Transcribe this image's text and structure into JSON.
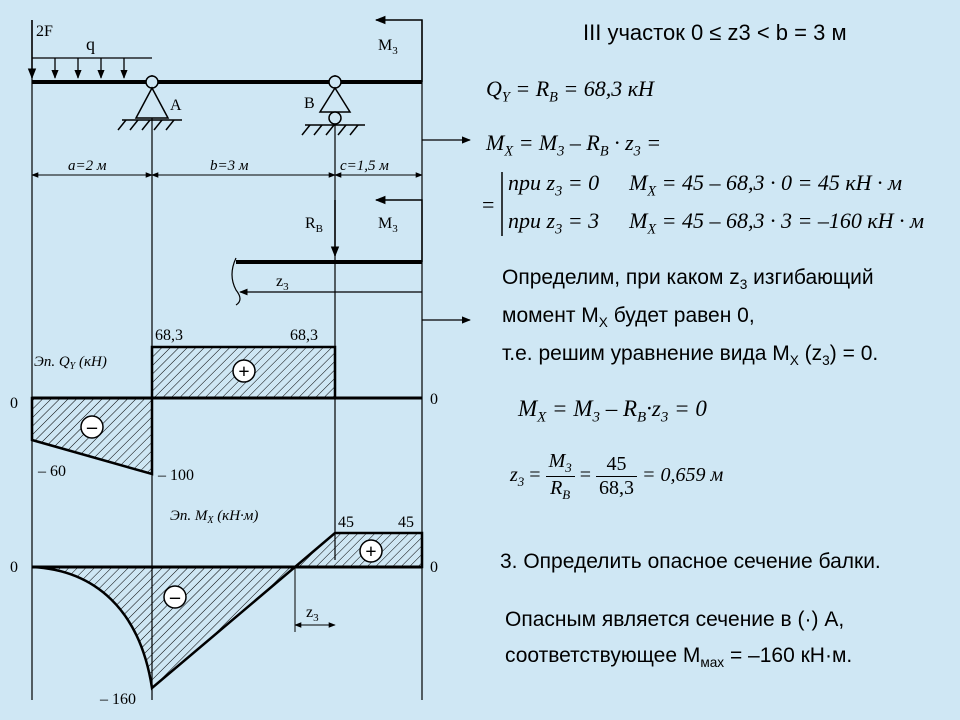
{
  "diagram": {
    "labels": {
      "force": "2F",
      "load": "q",
      "moment": "M",
      "moment_sub": "3",
      "support_a": "A",
      "support_b": "B",
      "span_a": "a=2 м",
      "span_b": "b=3 м",
      "span_c": "c=1,5 м",
      "reaction": "R",
      "reaction_sub": "B",
      "coord": "z",
      "coord_sub": "3"
    },
    "q_plot": {
      "title_prefix": "Эп. Q",
      "title_sub": "Y",
      "title_unit": " (кН)",
      "zero_left": "0",
      "zero_right": "0",
      "v_left": "– 60",
      "v_a": "– 100",
      "v_top_left": "68,3",
      "v_top_right": "68,3",
      "plus_sign": "+",
      "minus_sign": "–"
    },
    "m_plot": {
      "title_prefix": "Эп. M",
      "title_sub": "X",
      "title_unit": " (кН·м)",
      "zero_left": "0",
      "zero_right": "0",
      "v_min": "– 160",
      "v_top_left": "45",
      "v_top_right": "45",
      "plus_sign": "+",
      "minus_sign": "–"
    }
  },
  "text": {
    "heading": "III участок 0 ≤ z3 < b = 3 м",
    "qy_eq": "Q",
    "qy_sub": "Y",
    "qy_rest1": " = R",
    "qy_sub2": "B",
    "qy_rest2": " = 68,3 кН",
    "mx_eq_a": "M",
    "mx_eq_sub": "X",
    "mx_eq_b": " = M",
    "mx_eq_sub2": "3",
    "mx_eq_c": " – R",
    "mx_eq_sub3": "B",
    "mx_eq_d": " · z",
    "mx_eq_sub4": "3",
    "mx_eq_e": " =",
    "case1_pri": "при z",
    "case1_sub": "3",
    "case1_val": " = 0",
    "case1_m": "M",
    "case1_msub": "X",
    "case1_rest": " = 45 – 68,3 · 0 = 45 кН · м",
    "case2_pri": "при z",
    "case2_sub": "3",
    "case2_val": " = 3",
    "case2_m": "M",
    "case2_msub": "X",
    "case2_rest": " = 45 – 68,3 · 3 = –160 кН · м",
    "para1_l1a": "Определим, при каком z",
    "para1_l1sub": "3",
    "para1_l1b": " изгибающий",
    "para1_l2a": "момент M",
    "para1_l2sub": "X",
    "para1_l2b": " будет равен 0,",
    "para1_l3a": "т.е. решим уравнение вида M",
    "para1_l3sub": "X",
    "para1_l3b": " (z",
    "para1_l3sub2": "3",
    "para1_l3c": ") = 0.",
    "eq2_a": "M",
    "eq2_sub": "X",
    "eq2_b": " = M",
    "eq2_sub2": "3",
    "eq2_c": " – R",
    "eq2_sub3": "B",
    "eq2_d": "·z",
    "eq2_sub4": "3",
    "eq2_e": " = 0",
    "eq3_z": "z",
    "eq3_zsub": "3",
    "eq3_num": "M",
    "eq3_numsub": "3",
    "eq3_den": "R",
    "eq3_densub": "B",
    "eq3_num2": "45",
    "eq3_den2": "68,3",
    "eq3_result": "= 0,659 м",
    "step3": "3. Определить опасное сечение балки.",
    "concl_l1": "Опасным является сечение в (·) А,",
    "concl_l2a": "соответствующее M",
    "concl_l2sub": "мах",
    "concl_l2b": " = –160 кН·м."
  }
}
